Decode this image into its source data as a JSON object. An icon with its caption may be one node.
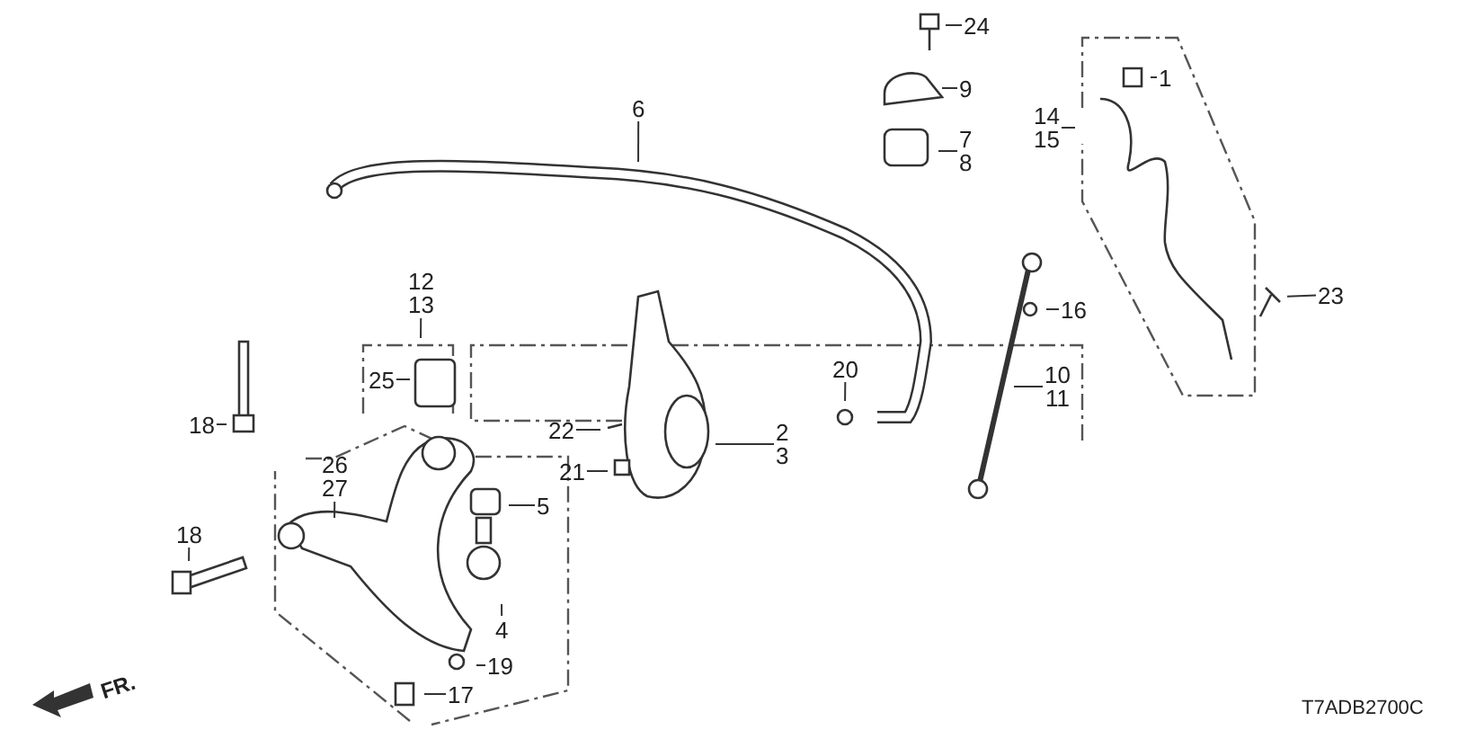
{
  "diagram": {
    "nodes": [
      {
        "text": [
          "24"
        ]
      },
      {
        "text": [
          "9"
        ]
      },
      {
        "text": [
          "7 8"
        ]
      },
      {
        "text": [
          "6"
        ]
      },
      {
        "text": [
          "14 15"
        ]
      },
      {
        "text": [
          "1"
        ]
      },
      {
        "text": [
          "16"
        ]
      },
      {
        "text": [
          "23"
        ]
      },
      {
        "text": [
          "10 11"
        ]
      },
      {
        "text": [
          "20"
        ]
      },
      {
        "text": [
          "2 3"
        ]
      },
      {
        "text": [
          "22"
        ]
      },
      {
        "text": [
          "21"
        ]
      },
      {
        "text": [
          "12 13"
        ]
      },
      {
        "text": [
          "25"
        ]
      },
      {
        "text": [
          "18"
        ]
      },
      {
        "text": [
          "26 27"
        ]
      },
      {
        "text": [
          "5"
        ]
      },
      {
        "text": [
          "4"
        ]
      },
      {
        "text": [
          "18"
        ]
      },
      {
        "text": [
          "19"
        ]
      },
      {
        "text": [
          "17"
        ]
      }
    ],
    "edges": [
      {
        "from": 0,
        "to": null,
        "arrow": "none"
      },
      {
        "from": 1,
        "to": null,
        "arrow": "none"
      },
      {
        "from": 2,
        "to": null,
        "arrow": "none"
      },
      {
        "from": 3,
        "to": null,
        "arrow": "none"
      },
      {
        "from": 4,
        "to": null,
        "arrow": "none"
      },
      {
        "from": 5,
        "to": null,
        "arrow": "none"
      },
      {
        "from": 6,
        "to": null,
        "arrow": "none"
      },
      {
        "from": 7,
        "to": null,
        "arrow": "none"
      },
      {
        "from": 8,
        "to": null,
        "arrow": "none"
      },
      {
        "from": 9,
        "to": null,
        "arrow": "none"
      },
      {
        "from": 10,
        "to": null,
        "arrow": "none"
      },
      {
        "from": 11,
        "to": null,
        "arrow": "none"
      },
      {
        "from": 12,
        "to": null,
        "arrow": "none"
      },
      {
        "from": 13,
        "to": null,
        "arrow": "none"
      },
      {
        "from": 14,
        "to": null,
        "arrow": "none"
      },
      {
        "from": 15,
        "to": null,
        "arrow": "none"
      },
      {
        "from": 16,
        "to": null,
        "arrow": "none"
      },
      {
        "from": 17,
        "to": null,
        "arrow": "none"
      },
      {
        "from": 18,
        "to": null,
        "arrow": "none"
      },
      {
        "from": 19,
        "to": null,
        "arrow": "none"
      },
      {
        "from": 20,
        "to": null,
        "arrow": "none"
      },
      {
        "from": 21,
        "to": null,
        "arrow": "none"
      }
    ],
    "labels": [
      "FR.",
      "T7ADB2700C"
    ]
  }
}
